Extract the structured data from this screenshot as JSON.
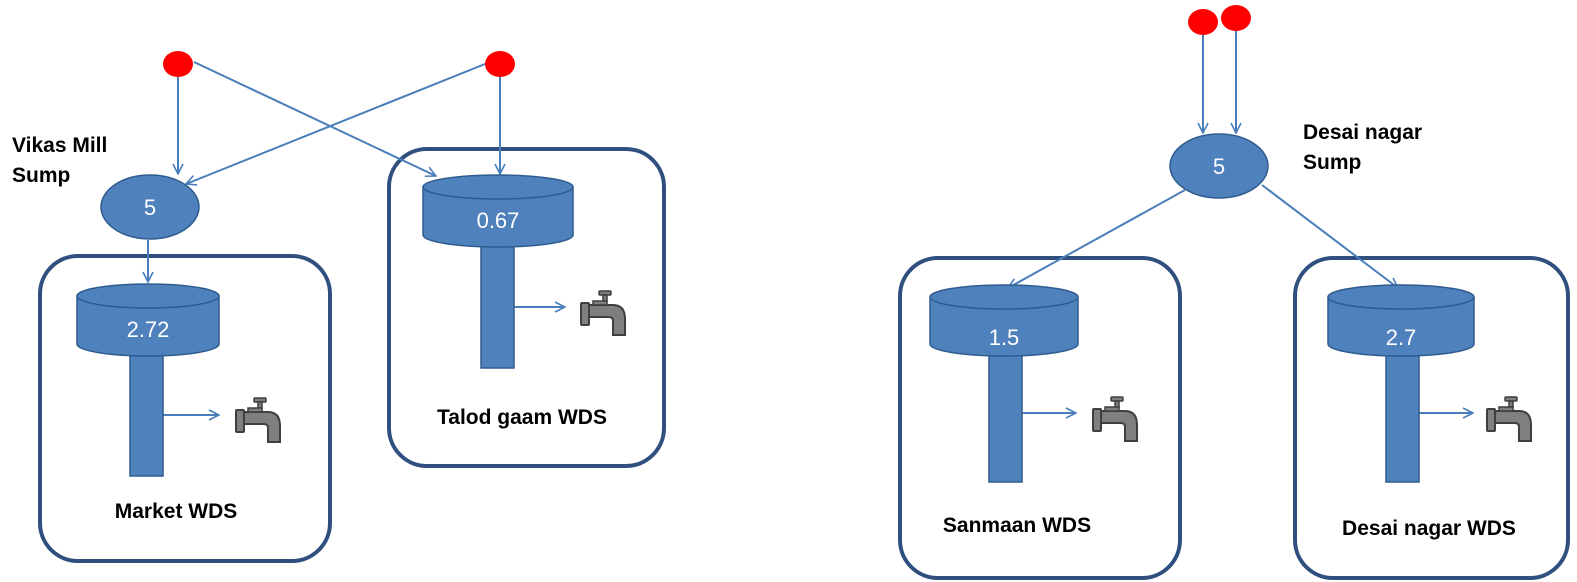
{
  "colors": {
    "node_fill": "#4f81bd",
    "node_stroke": "#2f5c8f",
    "box_stroke": "#2f4f7f",
    "arrow": "#4a7ebb",
    "source": "#ff0000",
    "tap": "#7f7f7f"
  },
  "sumps": [
    {
      "id": "vikas-mill",
      "label_lines": [
        "Vikas Mill",
        "Sump"
      ],
      "value": "5"
    },
    {
      "id": "desai-nagar",
      "label_lines": [
        "Desai nagar",
        "Sump"
      ],
      "value": "5"
    }
  ],
  "tanks": [
    {
      "id": "market",
      "name": "Market WDS",
      "value": "2.72"
    },
    {
      "id": "talod-gaam",
      "name": "Talod gaam WDS",
      "value": "0.67"
    },
    {
      "id": "sanmaan",
      "name": "Sanmaan WDS",
      "value": "1.5"
    },
    {
      "id": "desai-nagar-wds",
      "name": "Desai nagar WDS",
      "value": "2.7"
    }
  ],
  "icons": {
    "source": "source-node",
    "tap": "water-tap-icon"
  }
}
